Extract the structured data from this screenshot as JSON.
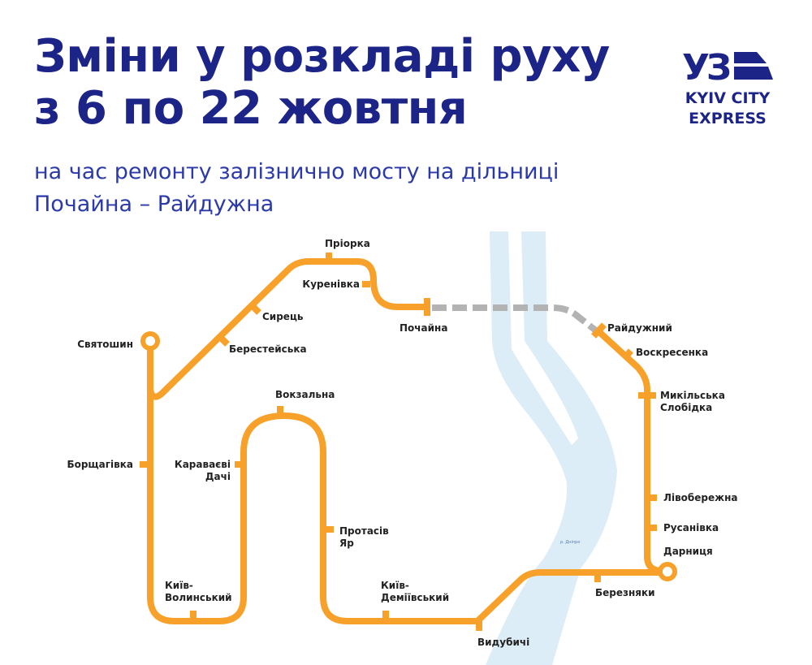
{
  "header": {
    "title_line1": "Зміни у розкладі руху",
    "title_line2": "з 6 по 22 жовтня",
    "subtitle_line1": "на час ремонту залізнично мосту на дільниці",
    "subtitle_line2": "Почайна – Райдужна"
  },
  "logo": {
    "mark": "УЗ",
    "line1": "KYIV CITY",
    "line2": "EXPRESS"
  },
  "map": {
    "river": "р. Дніпро",
    "stations": {
      "priorka": "Пріорка",
      "kurenivka": "Куренівка",
      "syrets": "Сирець",
      "berestejska": "Берестейська",
      "pochaina": "Почайна",
      "sviatoshyn": "Святошин",
      "borshchahivka": "Борщагівка",
      "karavaievi1": "Караваєві",
      "karavaievi2": "Дачі",
      "vokzalna": "Вокзальна",
      "protasiv1": "Протасів",
      "protasiv2": "Яр",
      "volynskyi1": "Київ-",
      "volynskyi2": "Волинський",
      "demiivskyi1": "Київ-",
      "demiivskyi2": "Деміївський",
      "vydubychi": "Видубичі",
      "bereznyaky": "Березняки",
      "darnytsia": "Дарниця",
      "rusanivka": "Русанівка",
      "livoberezhna": "Лівобережна",
      "slobidka1": "Микільська",
      "slobidka2": "Слобідка",
      "voskresenka": "Воскресенка",
      "raiduzhnyi": "Райдужний"
    },
    "colors": {
      "line": "#f7a12b",
      "closed": "#b3b3b3",
      "river": "#dcedf8",
      "title": "#1c2587"
    }
  }
}
